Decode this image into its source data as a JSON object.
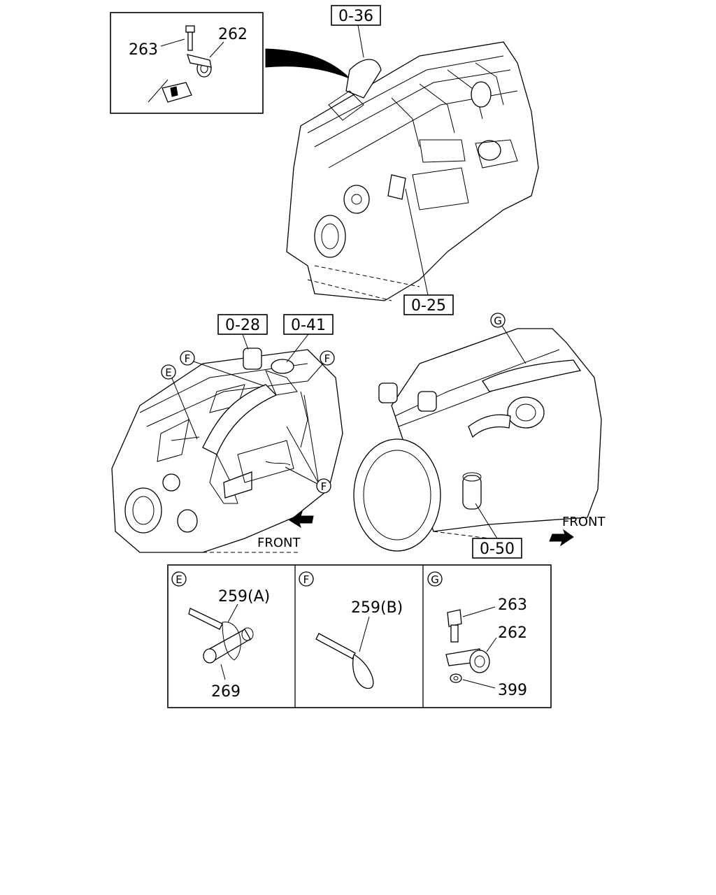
{
  "references": {
    "ref_036": "0-36",
    "ref_025": "0-25",
    "ref_028": "0-28",
    "ref_041": "0-41",
    "ref_050": "0-50"
  },
  "inset": {
    "bolt": "263",
    "clip": "262"
  },
  "markers": {
    "e": "E",
    "f": "F",
    "g": "G"
  },
  "front_label": "FRONT",
  "details": {
    "e": {
      "marker": "E",
      "band": "259(A)",
      "pipe": "269"
    },
    "f": {
      "marker": "F",
      "band": "259(B)"
    },
    "g": {
      "marker": "G",
      "bolt": "263",
      "clip": "262",
      "nut": "399"
    }
  }
}
